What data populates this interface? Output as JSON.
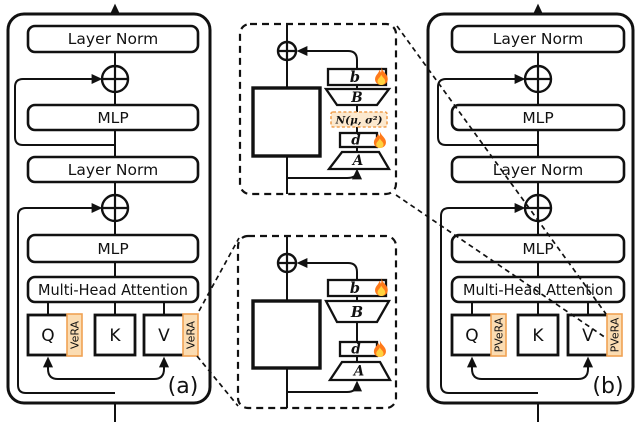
{
  "blocks": {
    "left": {
      "caption": "(a)",
      "adapter_label": "VeRA",
      "layer_norm": "Layer Norm",
      "mlp": "MLP",
      "attention": "Multi-Head Attention",
      "q": "Q",
      "k": "K",
      "v": "V"
    },
    "right": {
      "caption": "(b)",
      "adapter_label": "PVeRA",
      "layer_norm": "Layer Norm",
      "mlp": "MLP",
      "attention": "Multi-Head Attention",
      "q": "Q",
      "k": "K",
      "v": "V"
    }
  },
  "details": {
    "pvera": {
      "b": "b",
      "B": "B",
      "noise": "N(μ, σ²)",
      "d": "d",
      "A": "A"
    },
    "vera": {
      "b": "b",
      "B": "B",
      "d": "d",
      "A": "A"
    }
  },
  "icons": {
    "trainable_marker": "flame-icon"
  },
  "colors": {
    "line": "#111111",
    "adapter_fill": "#FBDCB2",
    "adapter_border": "#F0A254",
    "noise_fill": "#FCE9CF",
    "noise_border": "#F0A254",
    "flame_outer": "#FF7A1A",
    "flame_inner": "#FFD23F"
  }
}
